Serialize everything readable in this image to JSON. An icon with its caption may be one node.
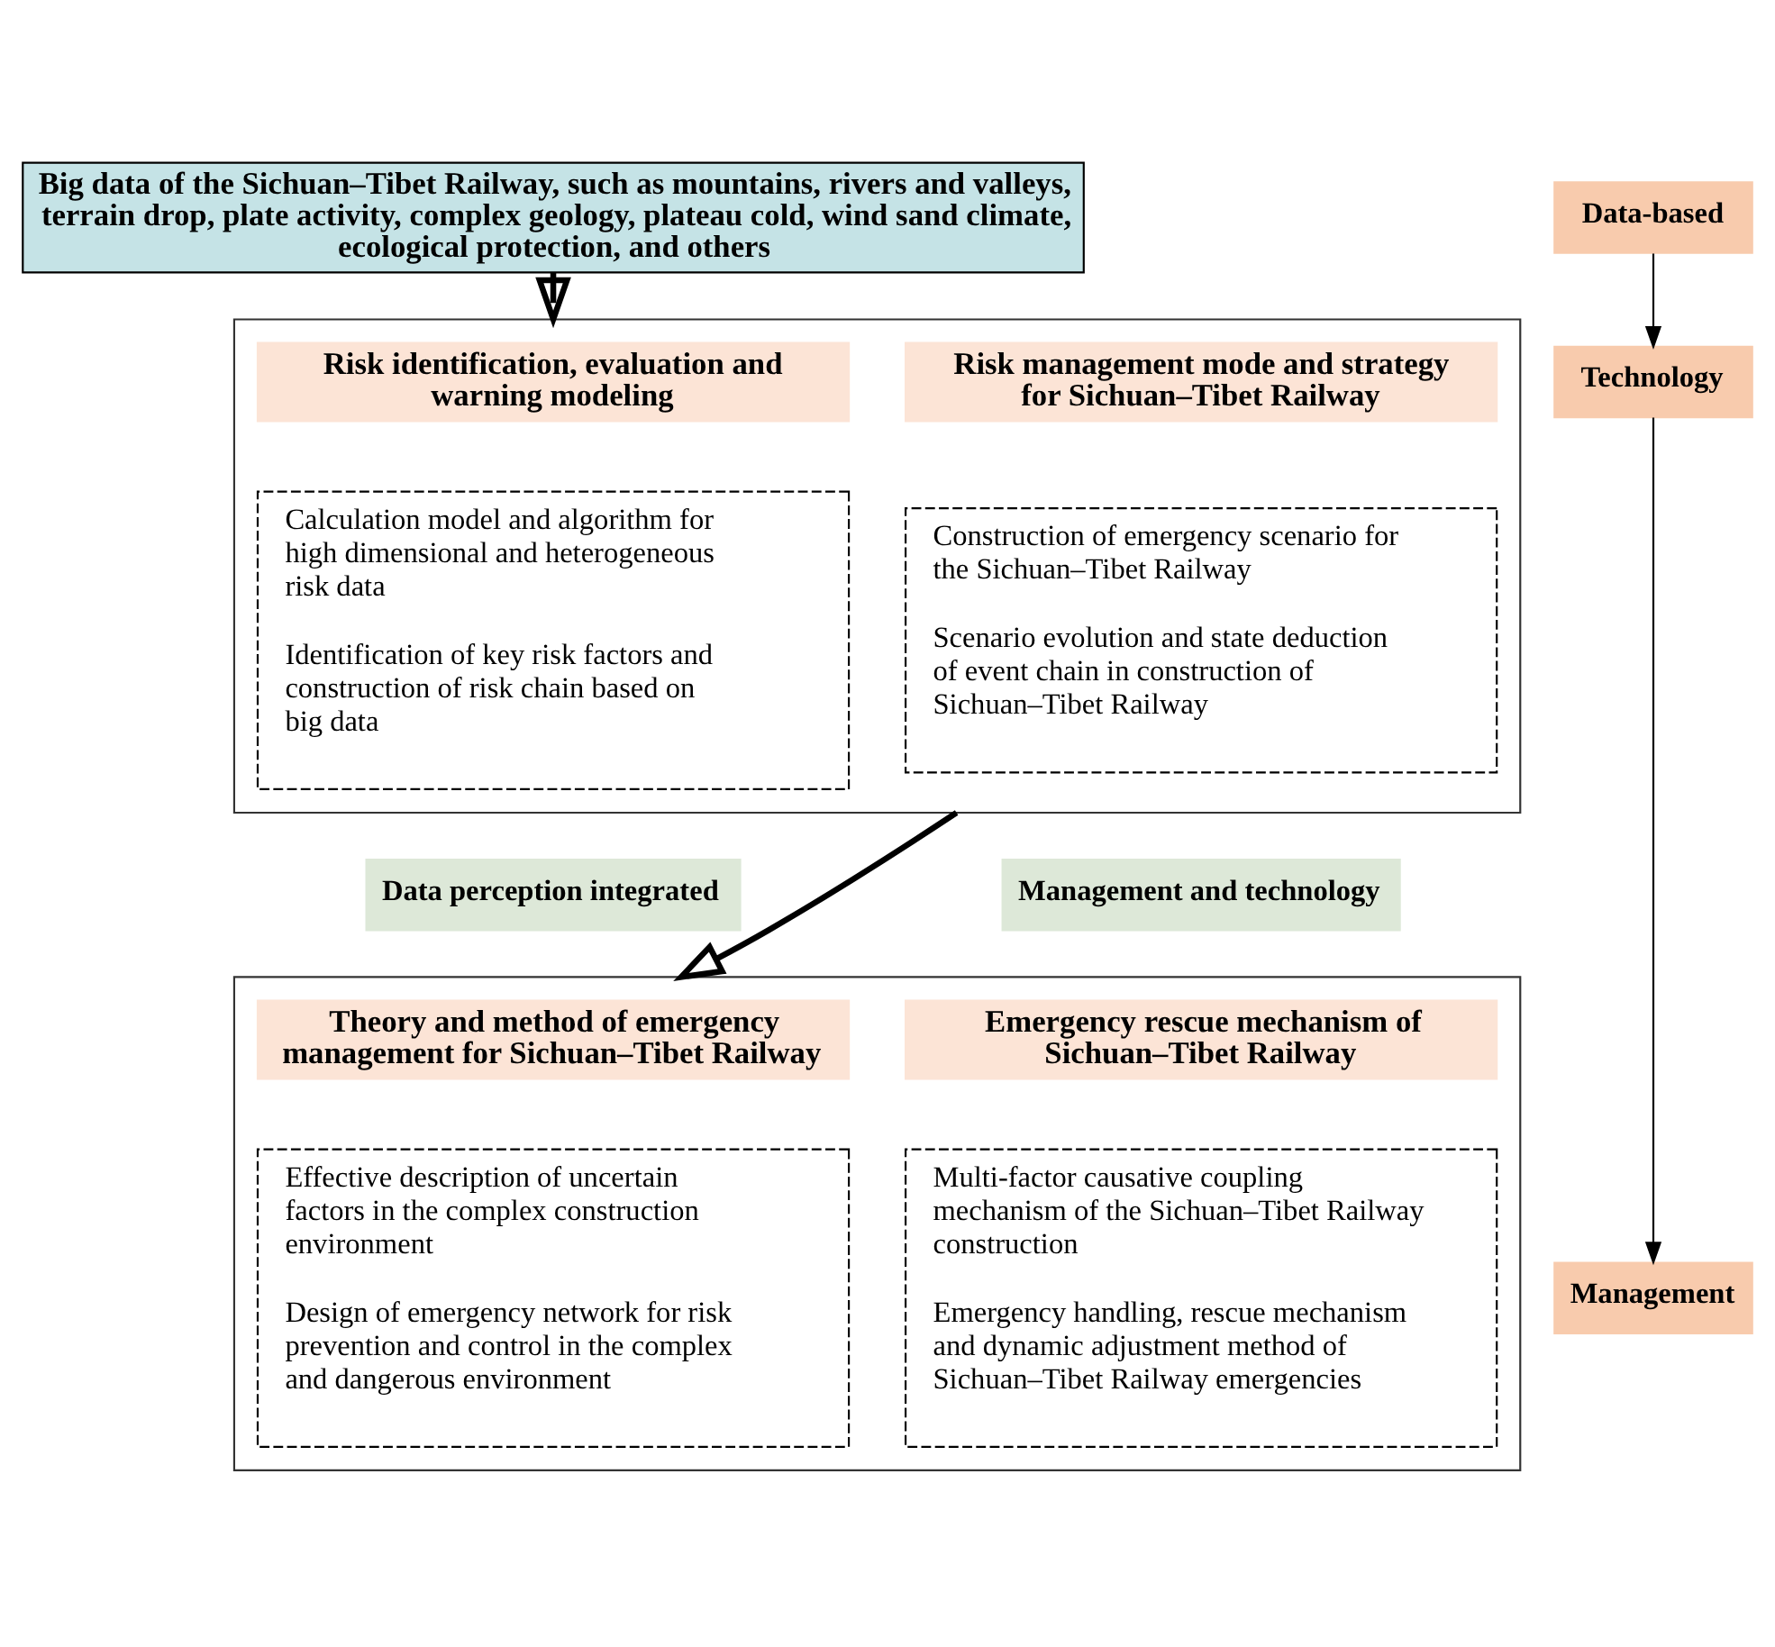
{
  "diagram": {
    "nodes": [
      {
        "text": [
          "Big data of the Sichuan–Tibet Railway, such as mountains, rivers and valleys, terrain drop, plate activity, complex geology, plateau cold, wind sand climate, ecological protection, and others"
        ]
      },
      {
        "text": [],
        "shape": "box"
      },
      {
        "text": [
          "Risk identification, evaluation and warning modeling"
        ],
        "in": 1
      },
      {
        "text": [
          "Calculation model and algorithm for high dimensional and heterogeneous risk data",
          "Identification of key risk factors and construction of risk chain based on big data"
        ],
        "in": 1
      },
      {
        "text": [
          "Risk management mode and strategy for Sichuan–Tibet Railway"
        ],
        "in": 1
      },
      {
        "text": [
          "Construction of emergency scenario for the Sichuan–Tibet Railway",
          "Scenario evolution and state deduction of event chain in construction of Sichuan–Tibet Railway"
        ],
        "in": 1
      },
      {
        "text": [],
        "shape": "box"
      },
      {
        "text": [
          "Theory and method of emergency management for Sichuan–Tibet Railway"
        ],
        "in": 6
      },
      {
        "text": [
          "Effective description of uncertain factors in the complex construction environment",
          "Design of emergency network for risk prevention and control in the complex and dangerous environment"
        ],
        "in": 6
      },
      {
        "text": [
          "Emergency rescue mechanism of Sichuan–Tibet Railway"
        ],
        "in": 6
      },
      {
        "text": [
          "Multi-factor causative coupling mechanism of the Sichuan–Tibet Railway construction",
          "Emergency handling, rescue mechanism and dynamic adjustment method of Sichuan–Tibet Railway emergencies"
        ],
        "in": 6
      },
      {
        "text": [
          "Data perception integrated"
        ]
      },
      {
        "text": [
          "Management and technology"
        ]
      },
      {
        "text": [
          "Data-based"
        ]
      },
      {
        "text": [
          "Technology"
        ]
      },
      {
        "text": [
          "Management"
        ]
      }
    ],
    "edges": [
      {
        "from": 0,
        "to": 1,
        "arrow": "to",
        "style": "thick"
      },
      {
        "from": 1,
        "to": 6,
        "arrow": "to",
        "style": "thick"
      },
      {
        "from": 13,
        "to": 14,
        "arrow": "to"
      },
      {
        "from": 14,
        "to": 15,
        "arrow": "to"
      }
    ]
  }
}
